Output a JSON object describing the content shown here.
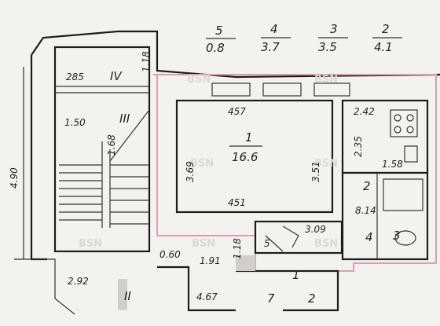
{
  "legend": [
    {
      "room": "5",
      "area": "0.8"
    },
    {
      "room": "4",
      "area": "3.7"
    },
    {
      "room": "3",
      "area": "3.5"
    },
    {
      "room": "2",
      "area": "4.1"
    }
  ],
  "rooms": {
    "r1": {
      "number": "1",
      "area": "16.6"
    },
    "r2": "2",
    "r3": "3",
    "r4": "4",
    "r5": "5"
  },
  "dims": {
    "d285": "285",
    "d150": "1.50",
    "d457": "457",
    "d369": "3.69",
    "d351": "3.51",
    "d451": "451",
    "d242": "2.42",
    "d235": "2.35",
    "d158": "1.58",
    "d214": "8.14",
    "d309": "3.09",
    "d118": "1.18",
    "d191": "1.91",
    "d060": "0.60",
    "d292": "2.92",
    "d467": "4.67",
    "d118b": "1.18",
    "d490": "4.90",
    "d168": "1.68"
  },
  "roman": {
    "iv": "IV",
    "iii": "III",
    "ii": "II"
  },
  "stair_marks": {
    "seven": "7",
    "two": "2",
    "one": "1"
  },
  "watermark": "BSN"
}
